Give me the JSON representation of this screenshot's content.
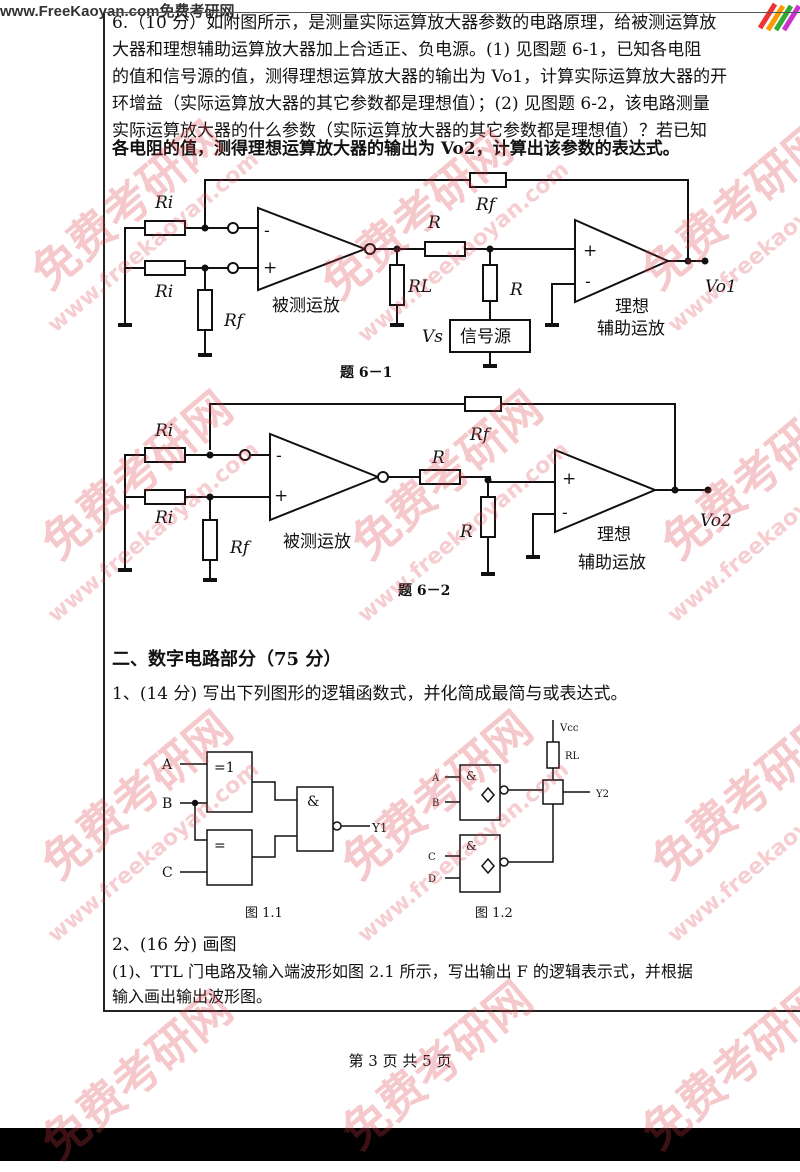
{
  "header": {
    "site": "www.FreeKaoyan.com免费考研网"
  },
  "watermark": {
    "cn": "免费考研网",
    "url": "www.freekaoyan.com"
  },
  "question6": {
    "lines": [
      "6.（10 分）如附图所示，是测量实际运算放大器参数的电路原理，给被测运算放",
      "大器和理想辅助运算放大器加上合适正、负电源。(1) 见图题 6-1，已知各电阻",
      "的值和信号源的值，测得理想运算放大器的输出为 Vo1，计算实际运算放大器的开",
      "环增益（实际运算放大器的其它参数都是理想值）；(2) 见图题 6-2，该电路测量",
      "实际运算放大器的什么参数（实际运算放大器的其它参数都是理想值）？若已知",
      "各电阻的值，测得理想运算放大器的输出为 Vo2，计算出该参数的表达式。"
    ]
  },
  "fig6_1": {
    "ri_top": "Ri",
    "ri_bottom": "Ri",
    "rf_top": "Rf",
    "rf_ground": "Rf",
    "r_series": "R",
    "rl": "RL",
    "r_shunt": "R",
    "minus": "-",
    "plus": "+",
    "minus2": "-",
    "plus2": "+",
    "dut": "被测运放",
    "vs": "Vs",
    "source": "信号源",
    "ideal1": "理想",
    "ideal2": "辅助运放",
    "out": "Vo1",
    "caption": "题 6－1"
  },
  "fig6_2": {
    "ri_top": "Ri",
    "ri_bottom": "Ri",
    "rf_top": "Rf",
    "rf_ground": "Rf",
    "r_series": "R",
    "r_shunt": "R",
    "minus": "-",
    "plus": "+",
    "minus2": "-",
    "plus2": "+",
    "dut": "被测运放",
    "ideal1": "理想",
    "ideal2": "辅助运放",
    "out": "Vo2",
    "caption": "题 6－2"
  },
  "section2": {
    "title": "二、数字电路部分（75 分）",
    "q1": "1、(14 分) 写出下列图形的逻辑函数式，并化简成最简与或表达式。",
    "fig1_1": {
      "a": "A",
      "b": "B",
      "c": "C",
      "xor": "=1",
      "xnor": "=",
      "and": "&",
      "y": "Y1",
      "caption": "图 1.1"
    },
    "fig1_2": {
      "vcc": "Vcc",
      "rl": "RL",
      "a": "A",
      "b": "B",
      "c": "C",
      "d": "D",
      "and1": "&",
      "and2": "&",
      "y": "Y2",
      "caption": "图 1.2"
    },
    "q2_title": "2、(16 分) 画图",
    "q2_line1": "(1)、TTL 门电路及输入端波形如图 2.1 所示，写出输出 F 的逻辑表示式，并根据",
    "q2_line2": "输入画出输出波形图。"
  },
  "footer": {
    "page": "第 3 页 共 5 页"
  }
}
